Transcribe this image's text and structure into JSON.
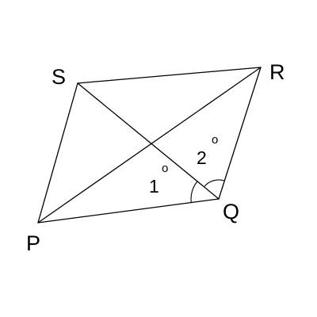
{
  "figure": {
    "vertices": {
      "P": "P",
      "Q": "Q",
      "R": "R",
      "S": "S"
    },
    "angles": {
      "angle1": {
        "number": "1",
        "degree_mark": "o"
      },
      "angle2": {
        "number": "2",
        "degree_mark": "o"
      }
    },
    "colors": {
      "stroke": "#000000",
      "background": "#ffffff"
    }
  }
}
